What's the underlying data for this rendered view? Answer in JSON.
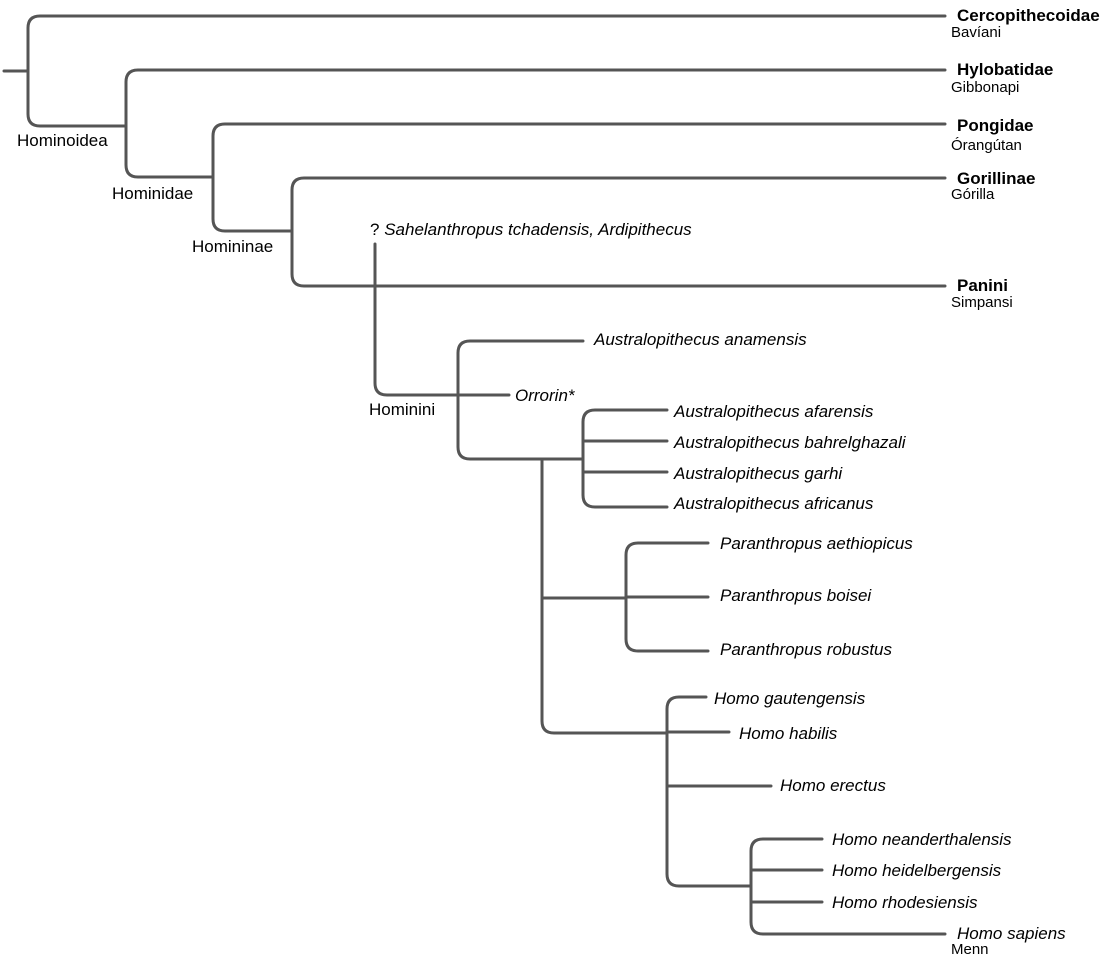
{
  "tree": {
    "root": {
      "clade": "Hominoidea",
      "children": [
        {
          "family": "Cercopithecoidae",
          "common": "Bavíani"
        },
        {
          "clade": "Hominidae",
          "children": [
            {
              "family": "Hylobatidae",
              "common": "Gibbonapi"
            },
            {
              "clade": "Homininae",
              "children": [
                {
                  "family": "Pongidae",
                  "common": "Órangútan"
                },
                {
                  "children": [
                    {
                      "family": "Gorillinae",
                      "common": "Górilla"
                    },
                    {
                      "family": "Panini",
                      "common": "Simpansi"
                    }
                  ]
                }
              ]
            }
          ]
        }
      ]
    },
    "basal_note": {
      "marker": "?",
      "taxa": "Sahelanthropus tchadensis, Ardipithecus"
    },
    "hominini": {
      "clade": "Hominini",
      "orrorin": "Orrorin*",
      "anamensis": "Australopithecus anamensis",
      "australopithecus": [
        "Australopithecus afarensis",
        "Australopithecus bahrelghazali",
        "Australopithecus garhi",
        "Australopithecus africanus"
      ],
      "paranthropus": [
        "Paranthropus aethiopicus",
        "Paranthropus boisei",
        "Paranthropus robustus"
      ],
      "homo_early": [
        "Homo gautengensis",
        "Homo habilis",
        "Homo erectus"
      ],
      "homo_late": [
        "Homo neanderthalensis",
        "Homo heidelbergensis",
        "Homo rhodesiensis",
        "Homo sapiens"
      ],
      "sapiens_common": "Menn"
    }
  }
}
